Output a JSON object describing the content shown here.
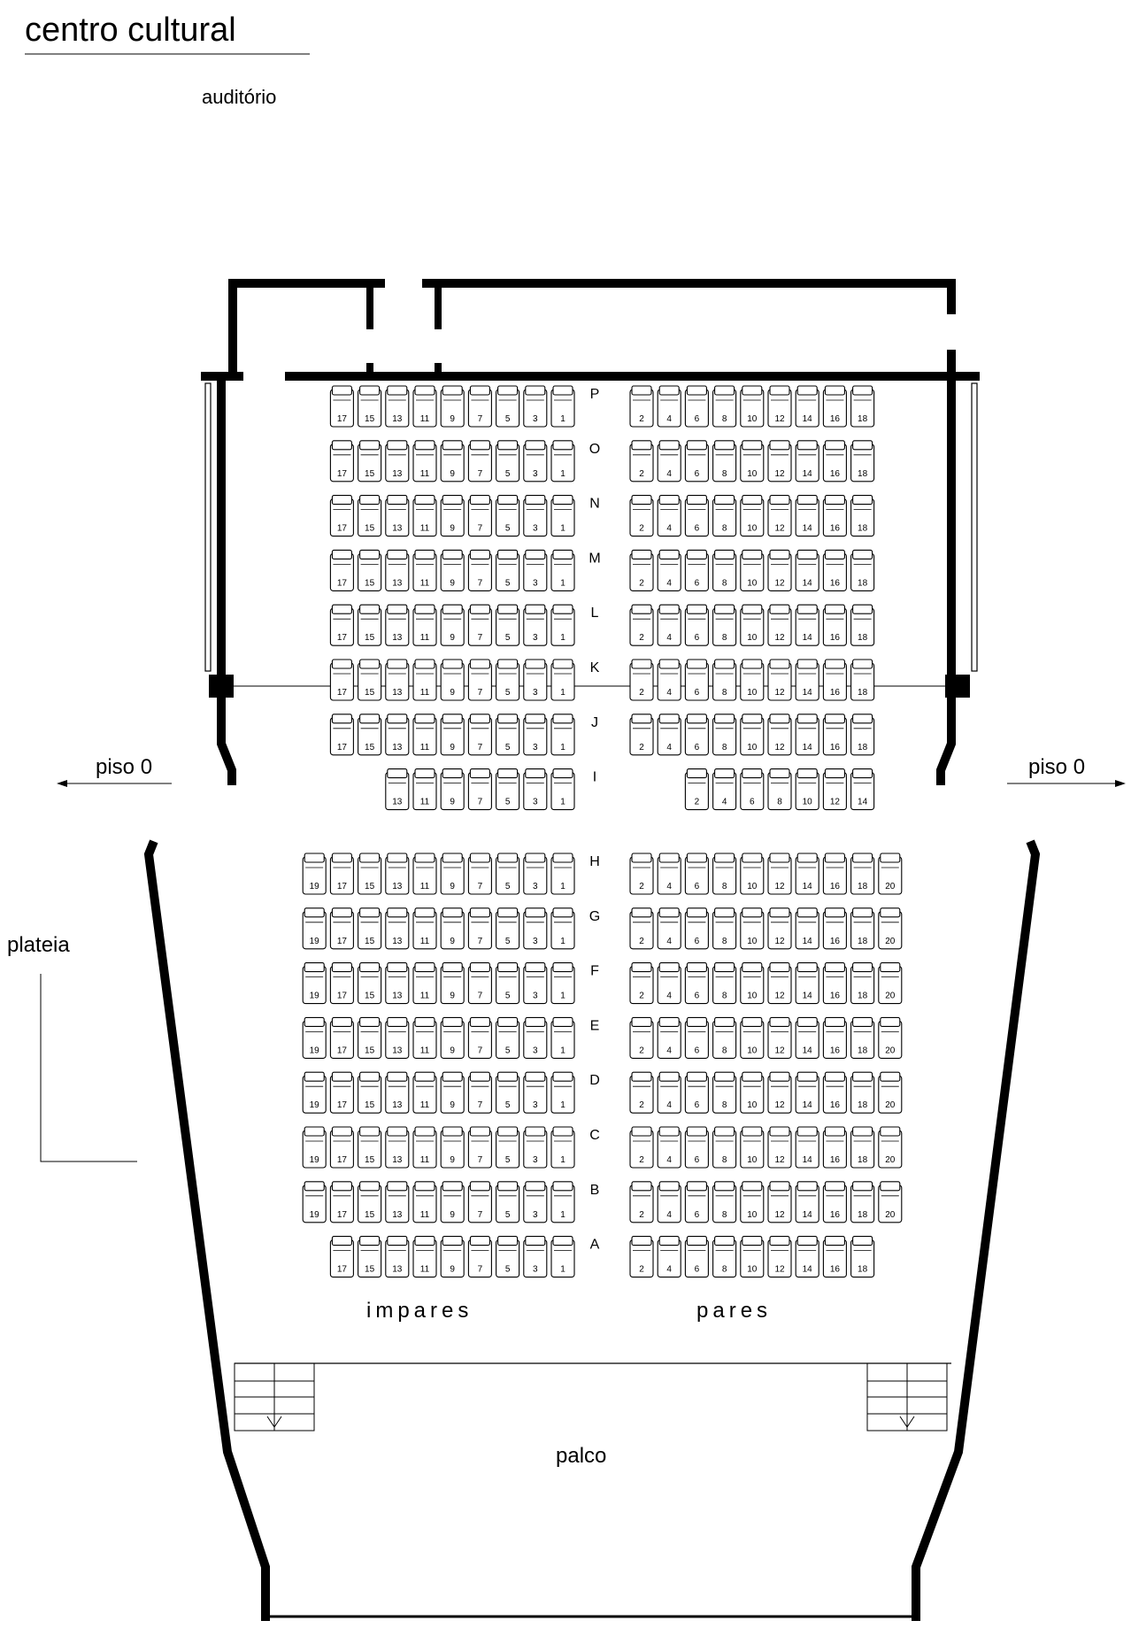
{
  "header": {
    "title": "centro cultural",
    "subtitle": "auditório"
  },
  "labels": {
    "exit_left": "piso 0",
    "exit_right": "piso 0",
    "area": "plateia",
    "odd_side": "impares",
    "even_side": "pares",
    "stage": "palco"
  },
  "colors": {
    "line": "#000000",
    "background": "#ffffff"
  },
  "seating": {
    "upper_block": [
      {
        "row": "P",
        "odd": [
          17,
          15,
          13,
          11,
          9,
          7,
          5,
          3,
          1
        ],
        "even": [
          2,
          4,
          6,
          8,
          10,
          12,
          14,
          16,
          18
        ]
      },
      {
        "row": "O",
        "odd": [
          17,
          15,
          13,
          11,
          9,
          7,
          5,
          3,
          1
        ],
        "even": [
          2,
          4,
          6,
          8,
          10,
          12,
          14,
          16,
          18
        ]
      },
      {
        "row": "N",
        "odd": [
          17,
          15,
          13,
          11,
          9,
          7,
          5,
          3,
          1
        ],
        "even": [
          2,
          4,
          6,
          8,
          10,
          12,
          14,
          16,
          18
        ]
      },
      {
        "row": "M",
        "odd": [
          17,
          15,
          13,
          11,
          9,
          7,
          5,
          3,
          1
        ],
        "even": [
          2,
          4,
          6,
          8,
          10,
          12,
          14,
          16,
          18
        ]
      },
      {
        "row": "L",
        "odd": [
          17,
          15,
          13,
          11,
          9,
          7,
          5,
          3,
          1
        ],
        "even": [
          2,
          4,
          6,
          8,
          10,
          12,
          14,
          16,
          18
        ]
      },
      {
        "row": "K",
        "odd": [
          17,
          15,
          13,
          11,
          9,
          7,
          5,
          3,
          1
        ],
        "even": [
          2,
          4,
          6,
          8,
          10,
          12,
          14,
          16,
          18
        ]
      },
      {
        "row": "J",
        "odd": [
          17,
          15,
          13,
          11,
          9,
          7,
          5,
          3,
          1
        ],
        "even": [
          2,
          4,
          6,
          8,
          10,
          12,
          14,
          16,
          18
        ]
      },
      {
        "row": "I",
        "odd": [
          13,
          11,
          9,
          7,
          5,
          3,
          1
        ],
        "even": [
          2,
          4,
          6,
          8,
          10,
          12,
          14
        ]
      }
    ],
    "lower_block": [
      {
        "row": "H",
        "odd": [
          19,
          17,
          15,
          13,
          11,
          9,
          7,
          5,
          3,
          1
        ],
        "even": [
          2,
          4,
          6,
          8,
          10,
          12,
          14,
          16,
          18,
          20
        ]
      },
      {
        "row": "G",
        "odd": [
          19,
          17,
          15,
          13,
          11,
          9,
          7,
          5,
          3,
          1
        ],
        "even": [
          2,
          4,
          6,
          8,
          10,
          12,
          14,
          16,
          18,
          20
        ]
      },
      {
        "row": "F",
        "odd": [
          19,
          17,
          15,
          13,
          11,
          9,
          7,
          5,
          3,
          1
        ],
        "even": [
          2,
          4,
          6,
          8,
          10,
          12,
          14,
          16,
          18,
          20
        ]
      },
      {
        "row": "E",
        "odd": [
          19,
          17,
          15,
          13,
          11,
          9,
          7,
          5,
          3,
          1
        ],
        "even": [
          2,
          4,
          6,
          8,
          10,
          12,
          14,
          16,
          18,
          20
        ]
      },
      {
        "row": "D",
        "odd": [
          19,
          17,
          15,
          13,
          11,
          9,
          7,
          5,
          3,
          1
        ],
        "even": [
          2,
          4,
          6,
          8,
          10,
          12,
          14,
          16,
          18,
          20
        ]
      },
      {
        "row": "C",
        "odd": [
          19,
          17,
          15,
          13,
          11,
          9,
          7,
          5,
          3,
          1
        ],
        "even": [
          2,
          4,
          6,
          8,
          10,
          12,
          14,
          16,
          18,
          20
        ]
      },
      {
        "row": "B",
        "odd": [
          19,
          17,
          15,
          13,
          11,
          9,
          7,
          5,
          3,
          1
        ],
        "even": [
          2,
          4,
          6,
          8,
          10,
          12,
          14,
          16,
          18,
          20
        ]
      },
      {
        "row": "A",
        "odd": [
          17,
          15,
          13,
          11,
          9,
          7,
          5,
          3,
          1
        ],
        "even": [
          2,
          4,
          6,
          8,
          10,
          12,
          14,
          16,
          18
        ]
      }
    ]
  }
}
